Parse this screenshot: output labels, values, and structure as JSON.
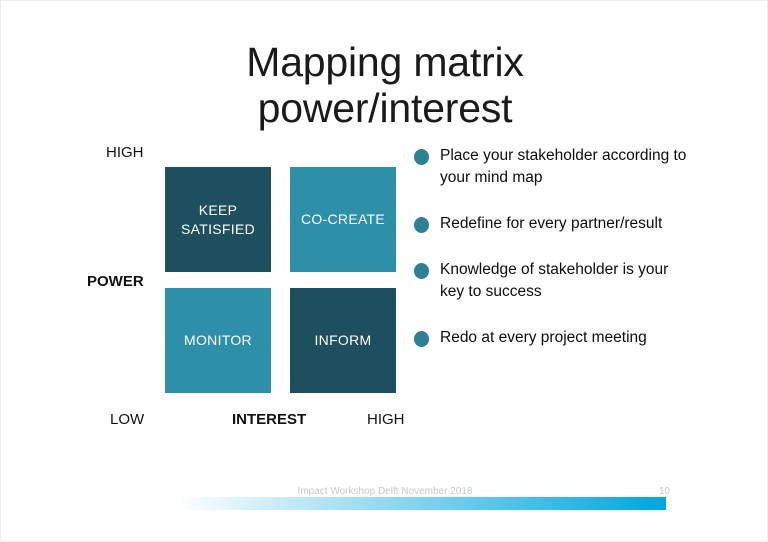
{
  "slide": {
    "title_line_1": "Mapping matrix",
    "title_line_2": "power/interest"
  },
  "matrix": {
    "axis": {
      "power_label": "POWER",
      "power_high": "HIGH",
      "power_low": "LOW",
      "interest_label": "INTEREST",
      "interest_high": "HIGH"
    },
    "quadrants": [
      {
        "id": "keep-satisfied",
        "label_line_1": "KEEP",
        "label_line_2": "SATISFIED",
        "color": "#1E4F5E",
        "power": "high",
        "interest": "low"
      },
      {
        "id": "co-create",
        "label_line_1": "CO-CREATE",
        "label_line_2": "",
        "color": "#2E8FAB",
        "power": "high",
        "interest": "high"
      },
      {
        "id": "monitor",
        "label_line_1": "MONITOR",
        "label_line_2": "",
        "color": "#2E8FAB",
        "power": "low",
        "interest": "low"
      },
      {
        "id": "inform",
        "label_line_1": "INFORM",
        "label_line_2": "",
        "color": "#1E4F5E",
        "power": "low",
        "interest": "high"
      }
    ]
  },
  "bullets": {
    "dot_color": "#2E8094",
    "items": [
      {
        "text": "Place your stakeholder according to your mind map"
      },
      {
        "text": "Redefine for every partner/result"
      },
      {
        "text": "Knowledge of stakeholder is your key to success"
      },
      {
        "text": "Redo at every project meeting"
      }
    ]
  },
  "footer": {
    "text": "Impact Workshop Delft November 2018",
    "page_number": "10",
    "bar_start_color": "#ffffff",
    "bar_end_color": "#00A6DE"
  }
}
